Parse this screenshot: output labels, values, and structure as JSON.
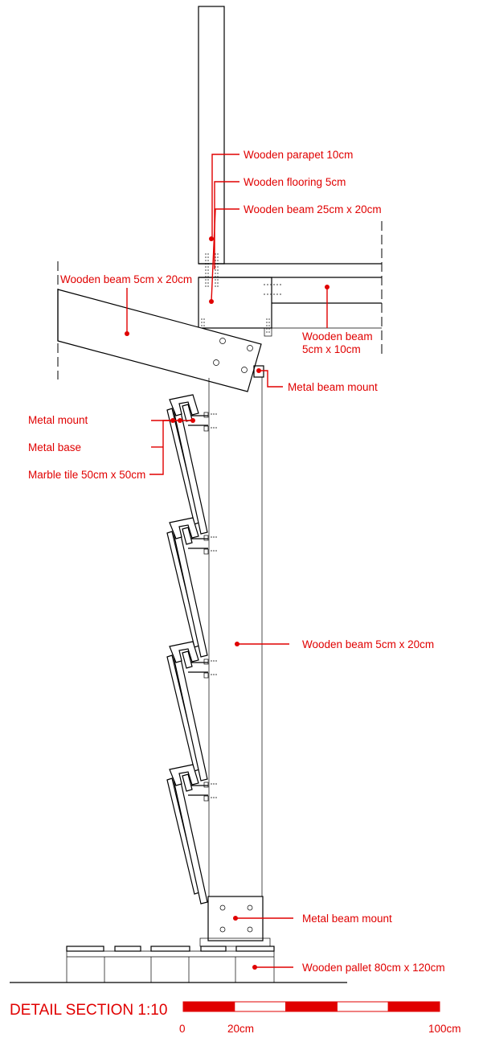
{
  "title": "DETAIL SECTION 1:10",
  "colors": {
    "annotation": "#e00000",
    "line": "#000000"
  },
  "labels": {
    "parapet": "Wooden parapet 10cm",
    "flooring": "Wooden flooring 5cm",
    "beam_25x20": "Wooden beam 25cm x 20cm",
    "slanted_beam": "Wooden beam 5cm x 20cm",
    "beam_5x10_line1": "Wooden beam",
    "beam_5x10_line2": "5cm x 10cm",
    "metal_beam_mount_top": "Metal beam mount",
    "metal_mount": "Metal mount",
    "metal_base": "Metal base",
    "marble_tile": "Marble tile 50cm x 50cm",
    "post_beam": "Wooden beam 5cm x 20cm",
    "metal_beam_mount_bottom": "Metal beam mount",
    "pallet": "Wooden pallet 80cm x 120cm"
  },
  "scale_bar": {
    "ticks": [
      "0",
      "20cm",
      "100cm"
    ],
    "segments": 5
  }
}
